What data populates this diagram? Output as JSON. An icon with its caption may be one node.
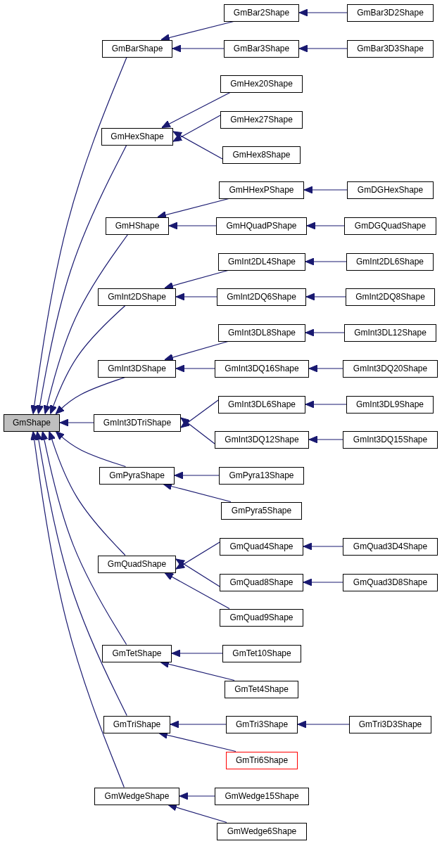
{
  "diagram": {
    "nodes": [
      {
        "text": [
          "GmShape"
        ]
      },
      {
        "text": [
          "GmBarShape"
        ]
      },
      {
        "text": [
          "GmBar2Shape"
        ]
      },
      {
        "text": [
          "GmBar3D2Shape"
        ]
      },
      {
        "text": [
          "GmBar3Shape"
        ]
      },
      {
        "text": [
          "GmBar3D3Shape"
        ]
      },
      {
        "text": [
          "GmHexShape"
        ]
      },
      {
        "text": [
          "GmHex20Shape"
        ]
      },
      {
        "text": [
          "GmHex27Shape"
        ]
      },
      {
        "text": [
          "GmHex8Shape"
        ]
      },
      {
        "text": [
          "GmHShape"
        ]
      },
      {
        "text": [
          "GmHHexPShape"
        ]
      },
      {
        "text": [
          "GmDGHexShape"
        ]
      },
      {
        "text": [
          "GmHQuadPShape"
        ]
      },
      {
        "text": [
          "GmDGQuadShape"
        ]
      },
      {
        "text": [
          "GmInt2DShape"
        ]
      },
      {
        "text": [
          "GmInt2DL4Shape"
        ]
      },
      {
        "text": [
          "GmInt2DL6Shape"
        ]
      },
      {
        "text": [
          "GmInt2DQ6Shape"
        ]
      },
      {
        "text": [
          "GmInt2DQ8Shape"
        ]
      },
      {
        "text": [
          "GmInt3DShape"
        ]
      },
      {
        "text": [
          "GmInt3DL8Shape"
        ]
      },
      {
        "text": [
          "GmInt3DL12Shape"
        ]
      },
      {
        "text": [
          "GmInt3DQ16Shape"
        ]
      },
      {
        "text": [
          "GmInt3DQ20Shape"
        ]
      },
      {
        "text": [
          "GmInt3DTriShape"
        ]
      },
      {
        "text": [
          "GmInt3DL6Shape"
        ]
      },
      {
        "text": [
          "GmInt3DL9Shape"
        ]
      },
      {
        "text": [
          "GmInt3DQ12Shape"
        ]
      },
      {
        "text": [
          "GmInt3DQ15Shape"
        ]
      },
      {
        "text": [
          "GmPyraShape"
        ]
      },
      {
        "text": [
          "GmPyra13Shape"
        ]
      },
      {
        "text": [
          "GmPyra5Shape"
        ]
      },
      {
        "text": [
          "GmQuadShape"
        ]
      },
      {
        "text": [
          "GmQuad4Shape"
        ]
      },
      {
        "text": [
          "GmQuad3D4Shape"
        ]
      },
      {
        "text": [
          "GmQuad8Shape"
        ]
      },
      {
        "text": [
          "GmQuad3D8Shape"
        ]
      },
      {
        "text": [
          "GmQuad9Shape"
        ]
      },
      {
        "text": [
          "GmTetShape"
        ]
      },
      {
        "text": [
          "GmTet10Shape"
        ]
      },
      {
        "text": [
          "GmTet4Shape"
        ]
      },
      {
        "text": [
          "GmTriShape"
        ]
      },
      {
        "text": [
          "GmTri3Shape"
        ]
      },
      {
        "text": [
          "GmTri3D3Shape"
        ]
      },
      {
        "text": [
          "GmTri6Shape"
        ]
      },
      {
        "text": [
          "GmWedgeShape"
        ]
      },
      {
        "text": [
          "GmWedge15Shape"
        ]
      },
      {
        "text": [
          "GmWedge6Shape"
        ]
      }
    ],
    "edges": [
      {
        "from": 1,
        "to": 0,
        "arrow": "to"
      },
      {
        "from": 2,
        "to": 1,
        "arrow": "to"
      },
      {
        "from": 3,
        "to": 2,
        "arrow": "to"
      },
      {
        "from": 4,
        "to": 1,
        "arrow": "to"
      },
      {
        "from": 5,
        "to": 4,
        "arrow": "to"
      },
      {
        "from": 6,
        "to": 0,
        "arrow": "to"
      },
      {
        "from": 7,
        "to": 6,
        "arrow": "to"
      },
      {
        "from": 8,
        "to": 6,
        "arrow": "to"
      },
      {
        "from": 9,
        "to": 6,
        "arrow": "to"
      },
      {
        "from": 10,
        "to": 0,
        "arrow": "to"
      },
      {
        "from": 11,
        "to": 10,
        "arrow": "to"
      },
      {
        "from": 12,
        "to": 11,
        "arrow": "to"
      },
      {
        "from": 13,
        "to": 10,
        "arrow": "to"
      },
      {
        "from": 14,
        "to": 13,
        "arrow": "to"
      },
      {
        "from": 15,
        "to": 0,
        "arrow": "to"
      },
      {
        "from": 16,
        "to": 15,
        "arrow": "to"
      },
      {
        "from": 17,
        "to": 16,
        "arrow": "to"
      },
      {
        "from": 18,
        "to": 15,
        "arrow": "to"
      },
      {
        "from": 19,
        "to": 18,
        "arrow": "to"
      },
      {
        "from": 20,
        "to": 0,
        "arrow": "to"
      },
      {
        "from": 21,
        "to": 20,
        "arrow": "to"
      },
      {
        "from": 22,
        "to": 21,
        "arrow": "to"
      },
      {
        "from": 23,
        "to": 20,
        "arrow": "to"
      },
      {
        "from": 24,
        "to": 23,
        "arrow": "to"
      },
      {
        "from": 25,
        "to": 0,
        "arrow": "to"
      },
      {
        "from": 26,
        "to": 25,
        "arrow": "to"
      },
      {
        "from": 27,
        "to": 26,
        "arrow": "to"
      },
      {
        "from": 28,
        "to": 25,
        "arrow": "to"
      },
      {
        "from": 29,
        "to": 28,
        "arrow": "to"
      },
      {
        "from": 30,
        "to": 0,
        "arrow": "to"
      },
      {
        "from": 31,
        "to": 30,
        "arrow": "to"
      },
      {
        "from": 32,
        "to": 30,
        "arrow": "to"
      },
      {
        "from": 33,
        "to": 0,
        "arrow": "to"
      },
      {
        "from": 34,
        "to": 33,
        "arrow": "to"
      },
      {
        "from": 35,
        "to": 34,
        "arrow": "to"
      },
      {
        "from": 36,
        "to": 33,
        "arrow": "to"
      },
      {
        "from": 37,
        "to": 36,
        "arrow": "to"
      },
      {
        "from": 38,
        "to": 33,
        "arrow": "to"
      },
      {
        "from": 39,
        "to": 0,
        "arrow": "to"
      },
      {
        "from": 40,
        "to": 39,
        "arrow": "to"
      },
      {
        "from": 41,
        "to": 39,
        "arrow": "to"
      },
      {
        "from": 42,
        "to": 0,
        "arrow": "to"
      },
      {
        "from": 43,
        "to": 42,
        "arrow": "to"
      },
      {
        "from": 44,
        "to": 43,
        "arrow": "to"
      },
      {
        "from": 45,
        "to": 42,
        "arrow": "to"
      },
      {
        "from": 46,
        "to": 0,
        "arrow": "to"
      },
      {
        "from": 47,
        "to": 46,
        "arrow": "to"
      },
      {
        "from": 48,
        "to": 46,
        "arrow": "to"
      }
    ]
  }
}
